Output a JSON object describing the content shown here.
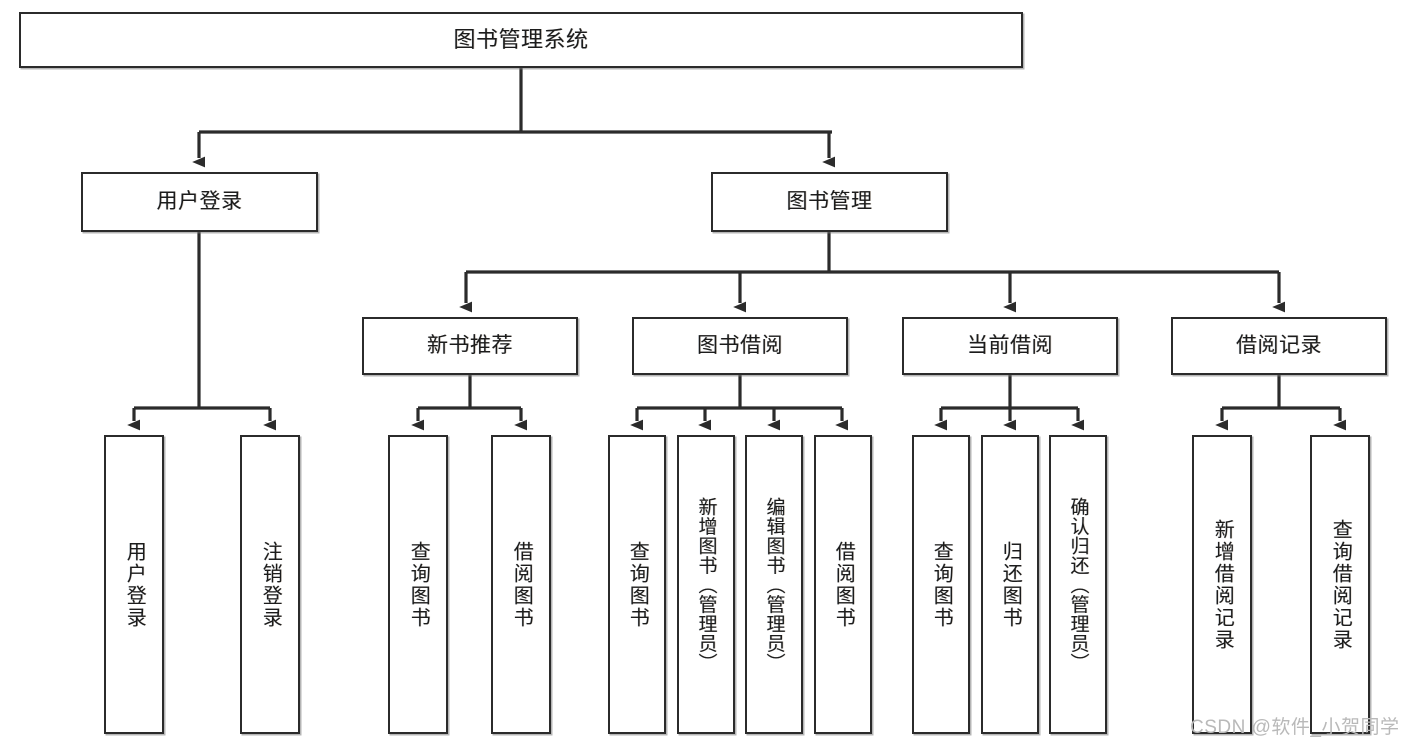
{
  "diagram": {
    "type": "tree",
    "title": "图书管理系统",
    "style": {
      "box_border_color": "#2b2b2b",
      "box_fill_color": "#ffffff",
      "text_color": "#1c1c1c",
      "edge_color": "#2b2b2b",
      "background": "#ffffff",
      "watermark_color": "#b9b9b9"
    },
    "root": {
      "label": "图书管理系统"
    },
    "level2": [
      {
        "label": "用户登录"
      },
      {
        "label": "图书管理"
      }
    ],
    "level3": [
      {
        "label": "新书推荐"
      },
      {
        "label": "图书借阅"
      },
      {
        "label": "当前借阅"
      },
      {
        "label": "借阅记录"
      }
    ],
    "leaves": {
      "user_login": [
        {
          "label": "用户登录"
        },
        {
          "label": "注销登录"
        }
      ],
      "new_book_recommend": [
        {
          "label": "查询图书"
        },
        {
          "label": "借阅图书"
        }
      ],
      "book_borrow": [
        {
          "label": "查询图书"
        },
        {
          "label": "新增图书（管理员）"
        },
        {
          "label": "编辑图书（管理员）"
        },
        {
          "label": "借阅图书"
        }
      ],
      "current_borrow": [
        {
          "label": "查询图书"
        },
        {
          "label": "归还图书"
        },
        {
          "label": "确认归还（管理员）"
        }
      ],
      "borrow_record": [
        {
          "label": "新增借阅记录"
        },
        {
          "label": "查询借阅记录"
        }
      ]
    },
    "watermark": "CSDN @软件_小贺同学"
  }
}
